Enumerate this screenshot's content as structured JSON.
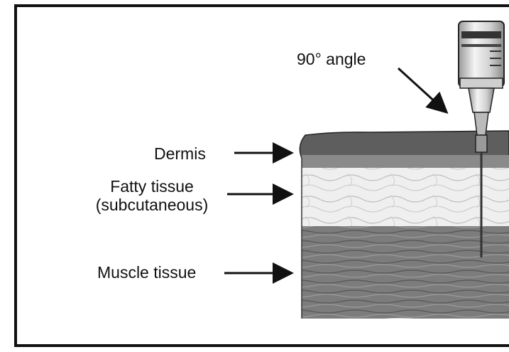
{
  "labels": {
    "angle": "90° angle",
    "dermis": "Dermis",
    "fatty_line1": "Fatty tissue",
    "fatty_line2": "(subcutaneous)",
    "muscle": "Muscle tissue"
  },
  "colors": {
    "border": "#111111",
    "dermis": "#6e6e6e",
    "fat": "#efefef",
    "muscle": "#7c7c7c",
    "needle": "#333333"
  }
}
